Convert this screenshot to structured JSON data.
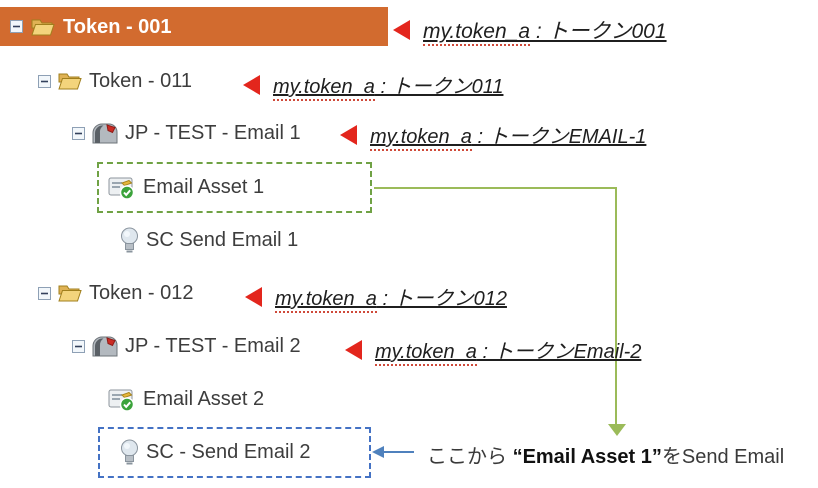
{
  "palette": {
    "selected_row_orange": "#d26b2f",
    "red_arrow": "#e3261d",
    "green_connector": "#9bbb59",
    "green_dashed_box": "#70a245",
    "blue_dashed_box": "#4472c4",
    "blue_arrow": "#4f81bd",
    "tree_text": "#3d3d3d"
  },
  "tree": {
    "rows": [
      {
        "label": "Token - 001"
      },
      {
        "label": "Token - 011"
      },
      {
        "label": "JP - TEST - Email 1"
      },
      {
        "label": "Email Asset 1"
      },
      {
        "label": "SC Send Email 1"
      },
      {
        "label": "Token - 012"
      },
      {
        "label": "JP - TEST - Email 2"
      },
      {
        "label": "Email Asset 2"
      },
      {
        "label": "SC - Send Email 2"
      }
    ]
  },
  "annotations": [
    {
      "code": "my.token_a",
      "rest": " : トークン001"
    },
    {
      "code": "my.token_a",
      "rest": " : トークン011"
    },
    {
      "code": "my.token_a",
      "rest": " : トークンEMAIL-1"
    },
    {
      "code": "my.token_a",
      "rest": " : トークン012"
    },
    {
      "code": "my.token_a",
      "rest": " : トークンEmail-2"
    }
  ],
  "callout": {
    "pre": "ここから ",
    "emphasis": "“Email Asset 1”",
    "post": "をSend Email"
  }
}
